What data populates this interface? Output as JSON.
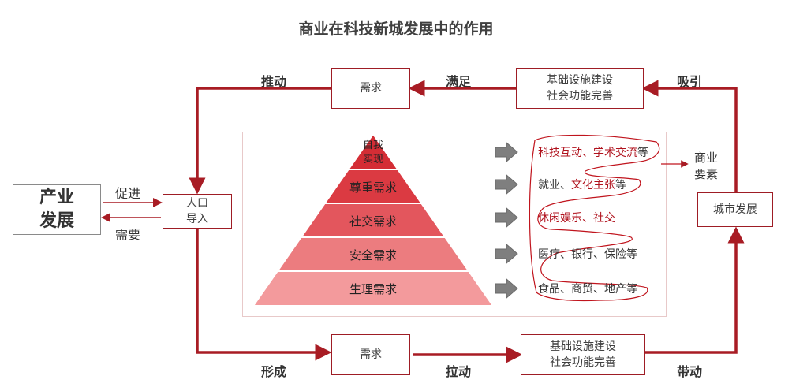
{
  "title": "商业在科技新城发展中的作用",
  "boxes": {
    "industry": "产业\n发展",
    "population": "人口\n导入",
    "demand_top": "需求",
    "infra_top": "基础设施建设\n社会功能完善",
    "city": "城市发展",
    "demand_bottom": "需求",
    "infra_bottom": "基础设施建设\n社会功能完善"
  },
  "arrow_labels": {
    "push": "推动",
    "satisfy": "满足",
    "attract": "吸引",
    "promote": "促进",
    "need": "需要",
    "form": "形成",
    "pull": "拉动",
    "drive": "带动"
  },
  "commerce_elements": "商业\n要素",
  "pyramid": [
    {
      "label": "自我\n实现",
      "color": "#d42d35"
    },
    {
      "label": "尊重需求",
      "color": "#db3a42"
    },
    {
      "label": "社交需求",
      "color": "#e3565d"
    },
    {
      "label": "安全需求",
      "color": "#ec7c7f"
    },
    {
      "label": "生理需求",
      "color": "#f39a9c"
    }
  ],
  "needs": [
    {
      "plain_before": "",
      "highlight": "科技互动、学术交流",
      "plain_after": "等"
    },
    {
      "plain_before": "就业、",
      "highlight": "文化主张",
      "plain_after": "等"
    },
    {
      "plain_before": "",
      "highlight": "休闲娱乐、社交",
      "plain_after": ""
    },
    {
      "plain_before": "医疗、银行、保险等",
      "highlight": "",
      "plain_after": ""
    },
    {
      "plain_before": "食品、商贸、地产等",
      "highlight": "",
      "plain_after": ""
    }
  ],
  "colors": {
    "accent": "#a81c24",
    "gray_arrow": "#7f7f7f"
  }
}
